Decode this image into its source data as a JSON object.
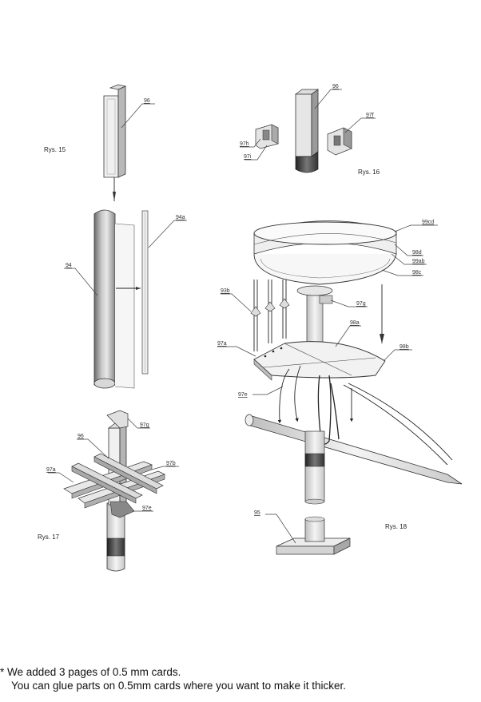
{
  "figures": [
    {
      "id": "rys15",
      "caption": "Rys. 15",
      "labels": [
        "96",
        "94a",
        "94"
      ]
    },
    {
      "id": "rys16",
      "caption": "Rys. 16",
      "labels": [
        "96",
        "97f",
        "97h",
        "97i"
      ]
    },
    {
      "id": "rys17",
      "caption": "Rys. 17",
      "labels": [
        "97g",
        "96",
        "97b",
        "97a",
        "97e"
      ]
    },
    {
      "id": "rys18",
      "caption": "Rys. 18",
      "labels": [
        "99cd",
        "98d",
        "99ab",
        "98c",
        "93b",
        "97g",
        "98a",
        "97a",
        "98b",
        "97e",
        "95"
      ]
    }
  ],
  "footnote": {
    "line1": "* We added 3 pages of 0.5 mm cards.",
    "line2": "You can glue parts on 0.5mm cards where you want to make it thicker."
  }
}
